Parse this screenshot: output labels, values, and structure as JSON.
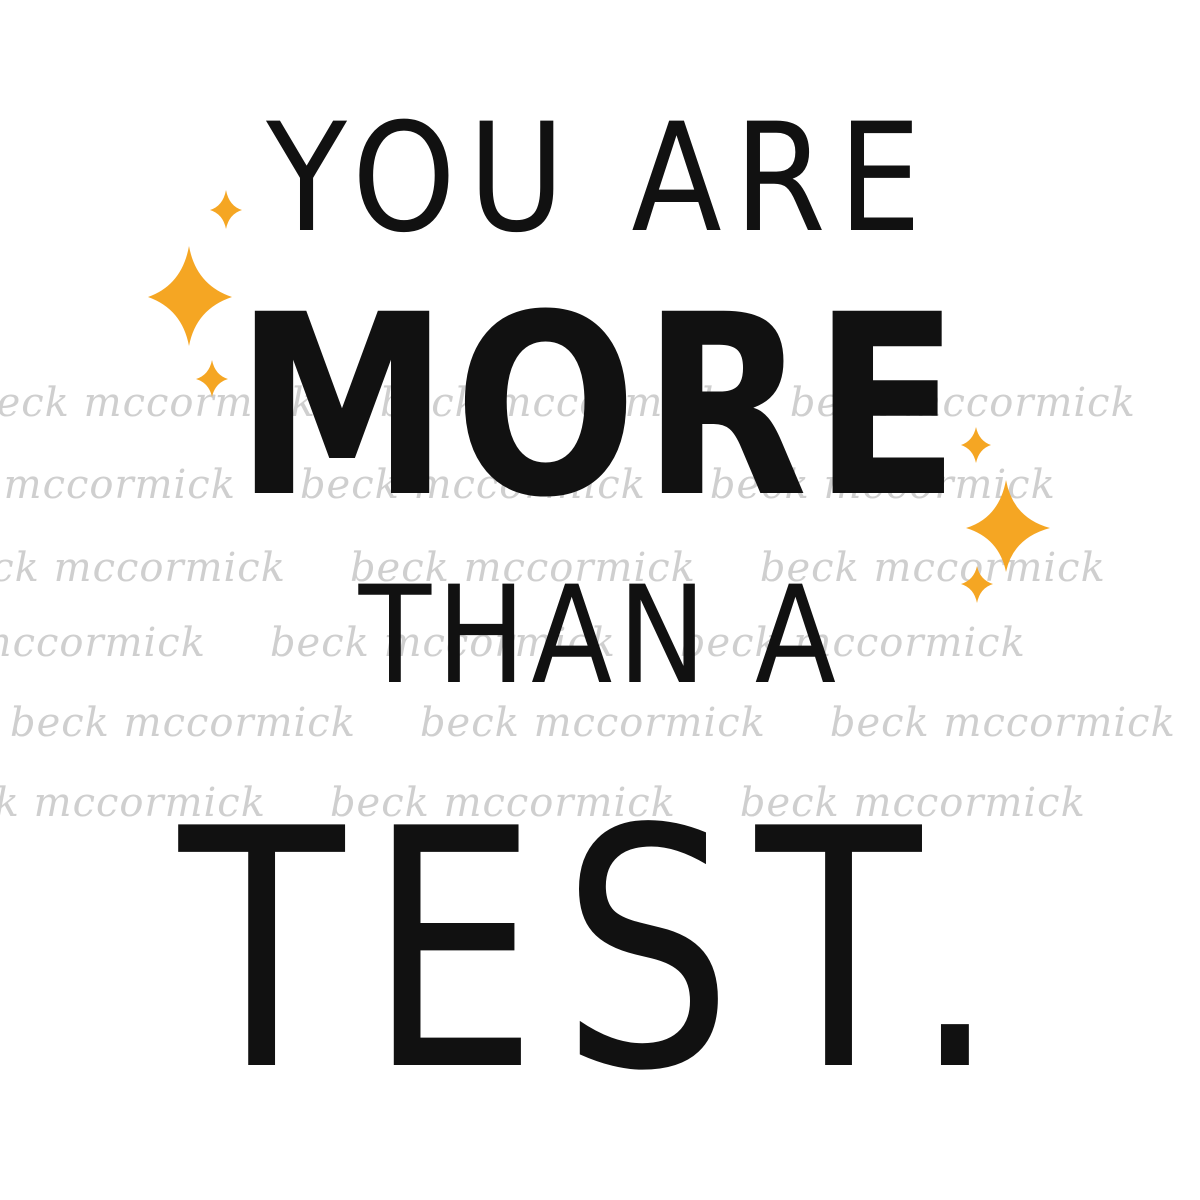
{
  "quote": {
    "line_1": "YOU ARE",
    "line_2": "MORE",
    "line_3": "THAN A",
    "line_4": "TEST."
  },
  "watermark": {
    "text": "beck mccormick"
  },
  "colors": {
    "text": "#111111",
    "sparkle": "#F5A623",
    "watermark": "#cfcfcf",
    "background": "#ffffff"
  },
  "icons": {
    "sparkle": "sparkle-icon"
  }
}
